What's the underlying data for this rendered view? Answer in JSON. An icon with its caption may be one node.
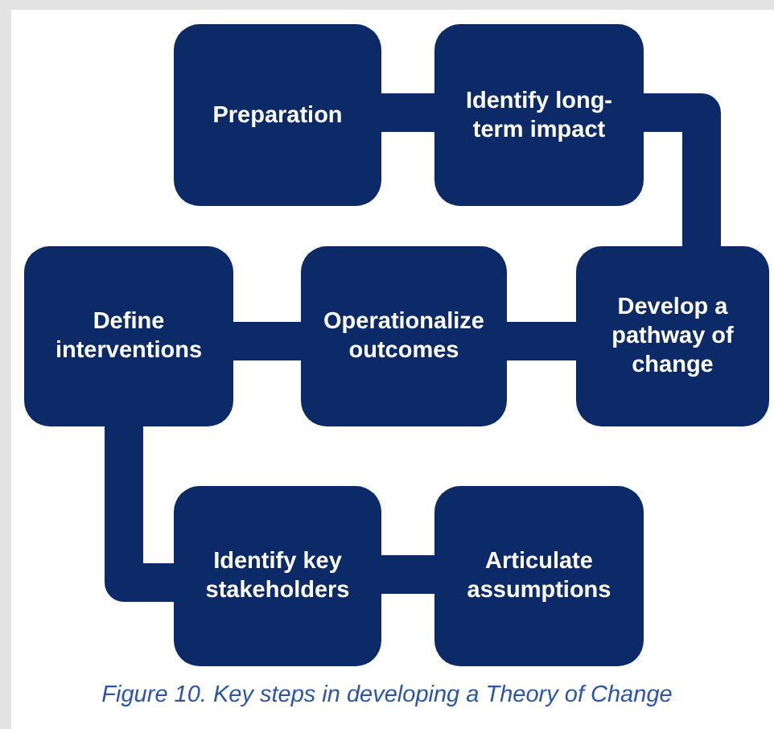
{
  "diagram": {
    "caption": "Figure 10. Key steps in developing a Theory of Change",
    "nodes": [
      {
        "text": [
          "Preparation"
        ]
      },
      {
        "text": [
          "Identify long-term impact"
        ]
      },
      {
        "text": [
          "Develop a pathway of change"
        ]
      },
      {
        "text": [
          "Operationalize outcomes"
        ]
      },
      {
        "text": [
          "Define interventions"
        ]
      },
      {
        "text": [
          "Identify key stakeholders"
        ]
      },
      {
        "text": [
          "Articulate assumptions"
        ]
      }
    ],
    "edges": [
      {
        "from": 0,
        "to": 1,
        "arrow": "none"
      },
      {
        "from": 1,
        "to": 2,
        "arrow": "none"
      },
      {
        "from": 2,
        "to": 3,
        "arrow": "none"
      },
      {
        "from": 3,
        "to": 4,
        "arrow": "none"
      },
      {
        "from": 4,
        "to": 5,
        "arrow": "none"
      },
      {
        "from": 5,
        "to": 6,
        "arrow": "none"
      }
    ]
  }
}
